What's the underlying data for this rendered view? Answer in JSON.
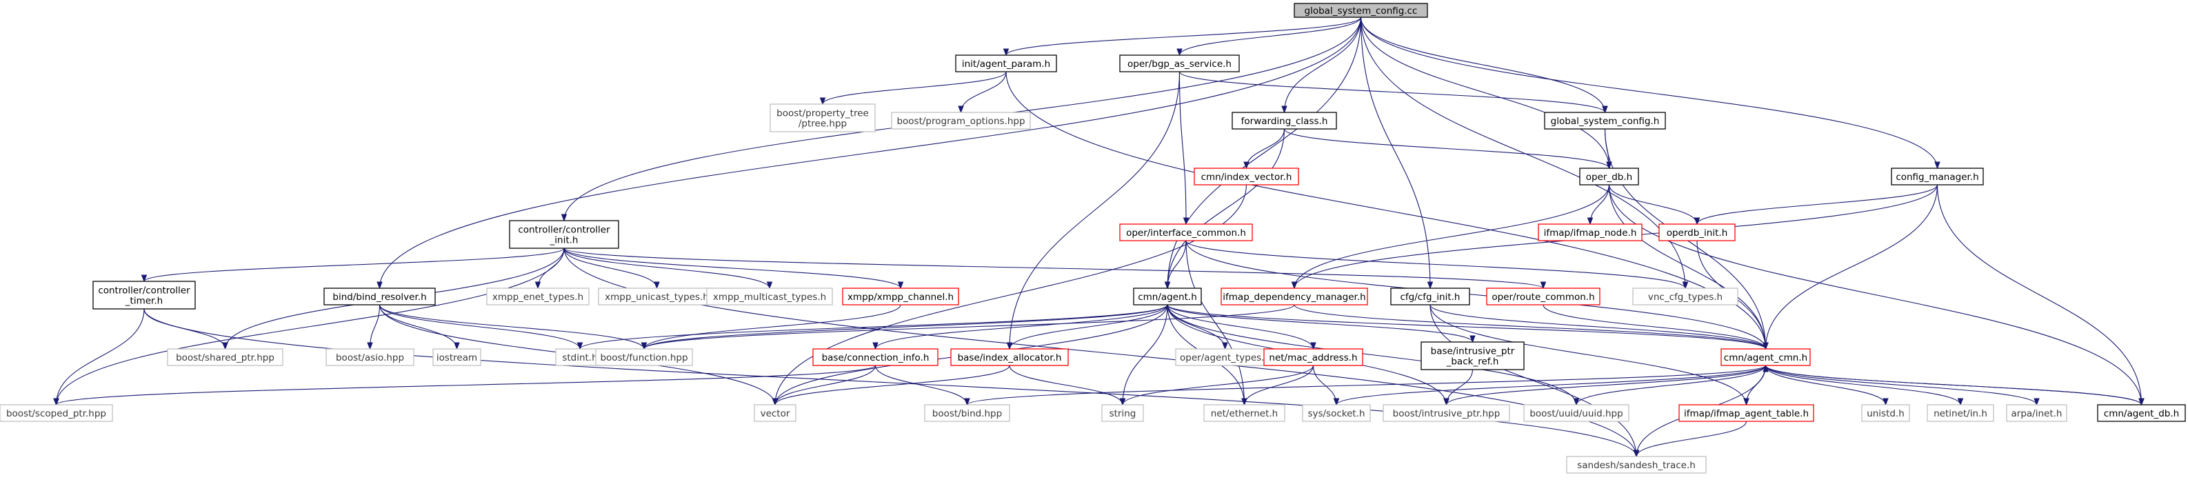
{
  "nodes": [
    {
      "id": "root",
      "label": [
        "global_system_config.cc"
      ],
      "style": "root"
    },
    {
      "id": "agent_param",
      "label": [
        "init/agent_param.h"
      ],
      "style": "normal"
    },
    {
      "id": "bgp_as_service",
      "label": [
        "oper/bgp_as_service.h"
      ],
      "style": "normal"
    },
    {
      "id": "ptree",
      "label": [
        "boost/property_tree",
        "/ptree.hpp"
      ],
      "style": "ext"
    },
    {
      "id": "program_options",
      "label": [
        "boost/program_options.hpp"
      ],
      "style": "ext"
    },
    {
      "id": "global_system_config_h",
      "label": [
        "global_system_config.h"
      ],
      "style": "normal"
    },
    {
      "id": "forwarding_class",
      "label": [
        "forwarding_class.h"
      ],
      "style": "normal"
    },
    {
      "id": "index_vector",
      "label": [
        "cmn/index_vector.h"
      ],
      "style": "red"
    },
    {
      "id": "oper_db",
      "label": [
        "oper_db.h"
      ],
      "style": "normal"
    },
    {
      "id": "config_manager",
      "label": [
        "config_manager.h"
      ],
      "style": "normal"
    },
    {
      "id": "ifmap_node",
      "label": [
        "ifmap/ifmap_node.h"
      ],
      "style": "red"
    },
    {
      "id": "operdb_init",
      "label": [
        "operdb_init.h"
      ],
      "style": "red"
    },
    {
      "id": "controller_init",
      "label": [
        "controller/controller",
        "_init.h"
      ],
      "style": "normal"
    },
    {
      "id": "interface_common",
      "label": [
        "oper/interface_common.h"
      ],
      "style": "red"
    },
    {
      "id": "controller_timer",
      "label": [
        "controller/controller",
        "_timer.h"
      ],
      "style": "normal"
    },
    {
      "id": "bind_resolver",
      "label": [
        "bind/bind_resolver.h"
      ],
      "style": "normal"
    },
    {
      "id": "xmpp_enet_types",
      "label": [
        "xmpp_enet_types.h"
      ],
      "style": "ext"
    },
    {
      "id": "xmpp_unicast_types",
      "label": [
        "xmpp_unicast_types.h"
      ],
      "style": "ext"
    },
    {
      "id": "xmpp_multicast_types",
      "label": [
        "xmpp_multicast_types.h"
      ],
      "style": "ext"
    },
    {
      "id": "xmpp_channel",
      "label": [
        "xmpp/xmpp_channel.h"
      ],
      "style": "red"
    },
    {
      "id": "cmn_agent",
      "label": [
        "cmn/agent.h"
      ],
      "style": "normal"
    },
    {
      "id": "ifmap_dependency_manager",
      "label": [
        "ifmap_dependency_manager.h"
      ],
      "style": "red"
    },
    {
      "id": "cfg_init",
      "label": [
        "cfg/cfg_init.h"
      ],
      "style": "normal"
    },
    {
      "id": "route_common",
      "label": [
        "oper/route_common.h"
      ],
      "style": "red"
    },
    {
      "id": "vnc_cfg_types",
      "label": [
        "vnc_cfg_types.h"
      ],
      "style": "ext"
    },
    {
      "id": "shared_ptr",
      "label": [
        "boost/shared_ptr.hpp"
      ],
      "style": "ext"
    },
    {
      "id": "asio",
      "label": [
        "boost/asio.hpp"
      ],
      "style": "ext"
    },
    {
      "id": "iostream",
      "label": [
        "iostream"
      ],
      "style": "ext"
    },
    {
      "id": "stdint",
      "label": [
        "stdint.h"
      ],
      "style": "ext"
    },
    {
      "id": "function",
      "label": [
        "boost/function.hpp"
      ],
      "style": "ext"
    },
    {
      "id": "agent_types",
      "label": [
        "oper/agent_types.h"
      ],
      "style": "ext"
    },
    {
      "id": "connection_info",
      "label": [
        "base/connection_info.h"
      ],
      "style": "red"
    },
    {
      "id": "index_allocator",
      "label": [
        "base/index_allocator.h"
      ],
      "style": "red"
    },
    {
      "id": "mac_address",
      "label": [
        "net/mac_address.h"
      ],
      "style": "red"
    },
    {
      "id": "intrusive_ptr_back_ref",
      "label": [
        "base/intrusive_ptr",
        "_back_ref.h"
      ],
      "style": "normal"
    },
    {
      "id": "agent_cmn",
      "label": [
        "cmn/agent_cmn.h"
      ],
      "style": "red"
    },
    {
      "id": "scoped_ptr",
      "label": [
        "boost/scoped_ptr.hpp"
      ],
      "style": "ext"
    },
    {
      "id": "vector",
      "label": [
        "vector"
      ],
      "style": "ext"
    },
    {
      "id": "bind",
      "label": [
        "boost/bind.hpp"
      ],
      "style": "ext"
    },
    {
      "id": "string",
      "label": [
        "string"
      ],
      "style": "ext"
    },
    {
      "id": "ethernet",
      "label": [
        "net/ethernet.h"
      ],
      "style": "ext"
    },
    {
      "id": "socket",
      "label": [
        "sys/socket.h"
      ],
      "style": "ext"
    },
    {
      "id": "intrusive_ptr",
      "label": [
        "boost/intrusive_ptr.hpp"
      ],
      "style": "ext"
    },
    {
      "id": "uuid",
      "label": [
        "boost/uuid/uuid.hpp"
      ],
      "style": "ext"
    },
    {
      "id": "ifmap_agent_table",
      "label": [
        "ifmap/ifmap_agent_table.h"
      ],
      "style": "red"
    },
    {
      "id": "unistd",
      "label": [
        "unistd.h"
      ],
      "style": "ext"
    },
    {
      "id": "netinet_in",
      "label": [
        "netinet/in.h"
      ],
      "style": "ext"
    },
    {
      "id": "arpa_inet",
      "label": [
        "arpa/inet.h"
      ],
      "style": "ext"
    },
    {
      "id": "agent_db",
      "label": [
        "cmn/agent_db.h"
      ],
      "style": "normal"
    },
    {
      "id": "sandesh_trace",
      "label": [
        "sandesh/sandesh_trace.h"
      ],
      "style": "ext"
    }
  ],
  "edges": [
    [
      "root",
      "agent_param"
    ],
    [
      "root",
      "bgp_as_service"
    ],
    [
      "root",
      "global_system_config_h"
    ],
    [
      "root",
      "forwarding_class"
    ],
    [
      "root",
      "oper_db"
    ],
    [
      "root",
      "config_manager"
    ],
    [
      "root",
      "controller_init"
    ],
    [
      "root",
      "bind_resolver"
    ],
    [
      "root",
      "cmn_agent"
    ],
    [
      "root",
      "cfg_init"
    ],
    [
      "root",
      "vnc_cfg_types"
    ],
    [
      "agent_param",
      "ptree"
    ],
    [
      "agent_param",
      "program_options"
    ],
    [
      "agent_param",
      "agent_cmn"
    ],
    [
      "bgp_as_service",
      "global_system_config_h"
    ],
    [
      "bgp_as_service",
      "interface_common"
    ],
    [
      "bgp_as_service",
      "index_allocator"
    ],
    [
      "global_system_config_h",
      "oper_db"
    ],
    [
      "global_system_config_h",
      "agent_cmn"
    ],
    [
      "forwarding_class",
      "index_vector"
    ],
    [
      "forwarding_class",
      "oper_db"
    ],
    [
      "forwarding_class",
      "cmn_agent"
    ],
    [
      "index_vector",
      "vector"
    ],
    [
      "oper_db",
      "ifmap_node"
    ],
    [
      "oper_db",
      "operdb_init"
    ],
    [
      "oper_db",
      "ifmap_dependency_manager"
    ],
    [
      "oper_db",
      "agent_cmn"
    ],
    [
      "oper_db",
      "agent_db"
    ],
    [
      "config_manager",
      "operdb_init"
    ],
    [
      "config_manager",
      "ifmap_dependency_manager"
    ],
    [
      "config_manager",
      "agent_cmn"
    ],
    [
      "config_manager",
      "agent_db"
    ],
    [
      "operdb_init",
      "agent_cmn"
    ],
    [
      "controller_init",
      "controller_timer"
    ],
    [
      "controller_init",
      "xmpp_enet_types"
    ],
    [
      "controller_init",
      "xmpp_unicast_types"
    ],
    [
      "controller_init",
      "xmpp_multicast_types"
    ],
    [
      "controller_init",
      "xmpp_channel"
    ],
    [
      "controller_init",
      "route_common"
    ],
    [
      "controller_init",
      "shared_ptr"
    ],
    [
      "controller_init",
      "scoped_ptr"
    ],
    [
      "controller_init",
      "sandesh_trace"
    ],
    [
      "interface_common",
      "cmn_agent"
    ],
    [
      "interface_common",
      "vnc_cfg_types"
    ],
    [
      "interface_common",
      "ethernet"
    ],
    [
      "interface_common",
      "agent_cmn"
    ],
    [
      "controller_timer",
      "shared_ptr"
    ],
    [
      "controller_timer",
      "scoped_ptr"
    ],
    [
      "controller_timer",
      "sandesh_trace"
    ],
    [
      "bind_resolver",
      "asio"
    ],
    [
      "bind_resolver",
      "iostream"
    ],
    [
      "bind_resolver",
      "stdint"
    ],
    [
      "bind_resolver",
      "function"
    ],
    [
      "bind_resolver",
      "vector"
    ],
    [
      "xmpp_channel",
      "function"
    ],
    [
      "cmn_agent",
      "stdint"
    ],
    [
      "cmn_agent",
      "function"
    ],
    [
      "cmn_agent",
      "agent_types"
    ],
    [
      "cmn_agent",
      "connection_info"
    ],
    [
      "cmn_agent",
      "index_allocator"
    ],
    [
      "cmn_agent",
      "mac_address"
    ],
    [
      "cmn_agent",
      "intrusive_ptr_back_ref"
    ],
    [
      "cmn_agent",
      "agent_cmn"
    ],
    [
      "cmn_agent",
      "vector"
    ],
    [
      "cmn_agent",
      "string"
    ],
    [
      "cmn_agent",
      "ethernet"
    ],
    [
      "cmn_agent",
      "intrusive_ptr"
    ],
    [
      "cmn_agent",
      "uuid"
    ],
    [
      "ifmap_dependency_manager",
      "function"
    ],
    [
      "ifmap_dependency_manager",
      "agent_cmn"
    ],
    [
      "cfg_init",
      "agent_cmn"
    ],
    [
      "cfg_init",
      "ifmap_agent_table"
    ],
    [
      "cfg_init",
      "sandesh_trace"
    ],
    [
      "route_common",
      "agent_cmn"
    ],
    [
      "connection_info",
      "scoped_ptr"
    ],
    [
      "connection_info",
      "vector"
    ],
    [
      "connection_info",
      "bind"
    ],
    [
      "index_allocator",
      "vector"
    ],
    [
      "index_allocator",
      "string"
    ],
    [
      "mac_address",
      "string"
    ],
    [
      "mac_address",
      "ethernet"
    ],
    [
      "mac_address",
      "socket"
    ],
    [
      "intrusive_ptr_back_ref",
      "intrusive_ptr"
    ],
    [
      "agent_cmn",
      "bind"
    ],
    [
      "agent_cmn",
      "socket"
    ],
    [
      "agent_cmn",
      "intrusive_ptr"
    ],
    [
      "agent_cmn",
      "uuid"
    ],
    [
      "agent_cmn",
      "ifmap_agent_table"
    ],
    [
      "agent_cmn",
      "unistd"
    ],
    [
      "agent_cmn",
      "netinet_in"
    ],
    [
      "agent_cmn",
      "arpa_inet"
    ],
    [
      "agent_cmn",
      "agent_db"
    ],
    [
      "agent_cmn",
      "sandesh_trace"
    ],
    [
      "agent_db",
      "agent_cmn"
    ],
    [
      "ifmap_agent_table",
      "sandesh_trace"
    ]
  ]
}
